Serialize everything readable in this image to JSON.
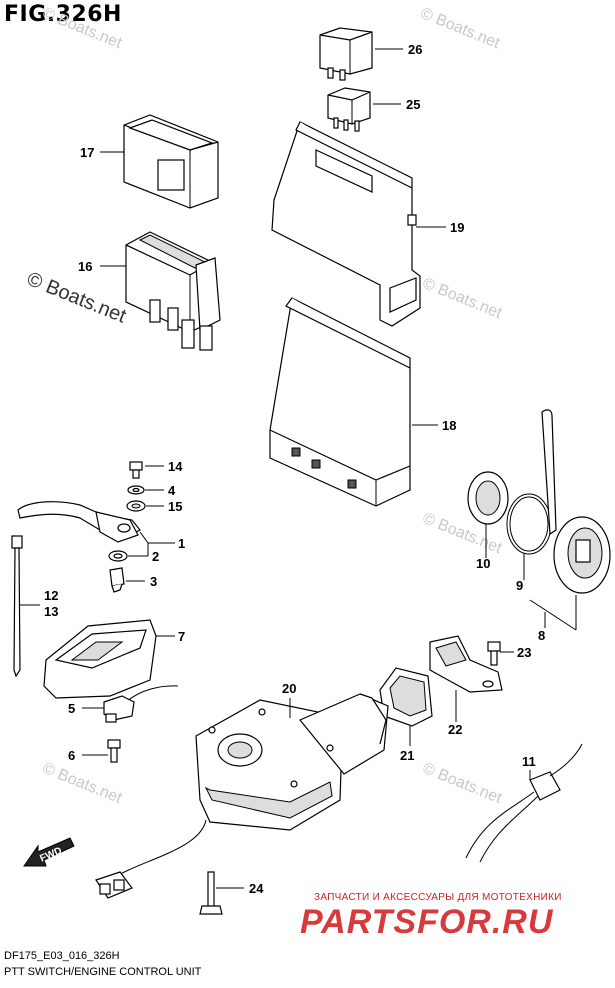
{
  "figure": {
    "title": "FIG.326H",
    "code": "DF175_E03_016_326H",
    "description": "PTT SWITCH/ENGINE CONTROL UNIT"
  },
  "callouts": [
    "26",
    "25",
    "17",
    "19",
    "16",
    "18",
    "14",
    "4",
    "15",
    "1",
    "2",
    "3",
    "12",
    "13",
    "7",
    "10",
    "9",
    "8",
    "23",
    "20",
    "22",
    "5",
    "21",
    "6",
    "11",
    "24"
  ],
  "watermarks": {
    "copyright": "© Boats.net",
    "banner": "ЗАПЧАСТИ И АКСЕССУАРЫ ДЛЯ МОТОТЕХНИКИ",
    "logo": "PARTSFOR.RU"
  },
  "fwd_label": "FWD"
}
